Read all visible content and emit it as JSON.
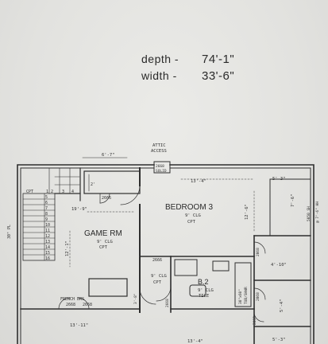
{
  "dimensions": {
    "depth_label": "depth -",
    "depth_value": "74'-1\"",
    "width_label": "width -",
    "width_value": "33'-6\""
  },
  "plan": {
    "attic_access": [
      "ATTIC",
      "ACCESS"
    ],
    "top_dim": "6'-7\"",
    "solid_door": [
      "2668",
      "SOLID"
    ],
    "cpt_left": "CPT",
    "stair_numbers": [
      "1",
      "2",
      "3",
      "4",
      "5",
      "6",
      "7",
      "8",
      "9",
      "10",
      "11",
      "12",
      "13",
      "14",
      "15",
      "16"
    ],
    "left_wall_note": "30\" PL",
    "closet_dim": "2'",
    "door_2666_top": "2666",
    "game_room_width": "19'-9\"",
    "game_room": {
      "name": "GAME RM",
      "ceiling": "9' CLG",
      "floor": "CPT"
    },
    "game_room_depth": "12'-1\"",
    "french_doors": "FRENCH DRS",
    "door_2668_a": "2668",
    "door_2668_b": "2668",
    "bottom_dim_left": "13'-11\"",
    "bedroom_width": "13'-4\"",
    "bedroom": {
      "name": "BEDROOM 3",
      "ceiling": "9' CLG",
      "floor": "CPT"
    },
    "bedroom_depth": "12'-6\"",
    "closet_right_dim": "5'-3\"",
    "right_dim": "7'-6\"",
    "window_note": [
      "5050 SH",
      "@ 7'-6\" HH"
    ],
    "door_2068_upper": "2068",
    "door_2068_mid": "2068",
    "door_2068_lower": "2068",
    "closet_4_10": "4'-10\"",
    "closet_5_4": "5'-4\"",
    "closet_5_3_bottom": "5'-3\"",
    "hall_door": "2666",
    "hall": {
      "ceiling": "9' CLG",
      "floor": "CPT"
    },
    "hall_dim": "3'-8\"",
    "hall_door_lower": "2668",
    "bath": {
      "name": "B.2",
      "ceiling": "9' CLG",
      "floor": "TILE"
    },
    "tub_note": [
      "30\"x60\"",
      "TUB/SHWR"
    ],
    "bottom_dim_right": "13'-4\""
  }
}
